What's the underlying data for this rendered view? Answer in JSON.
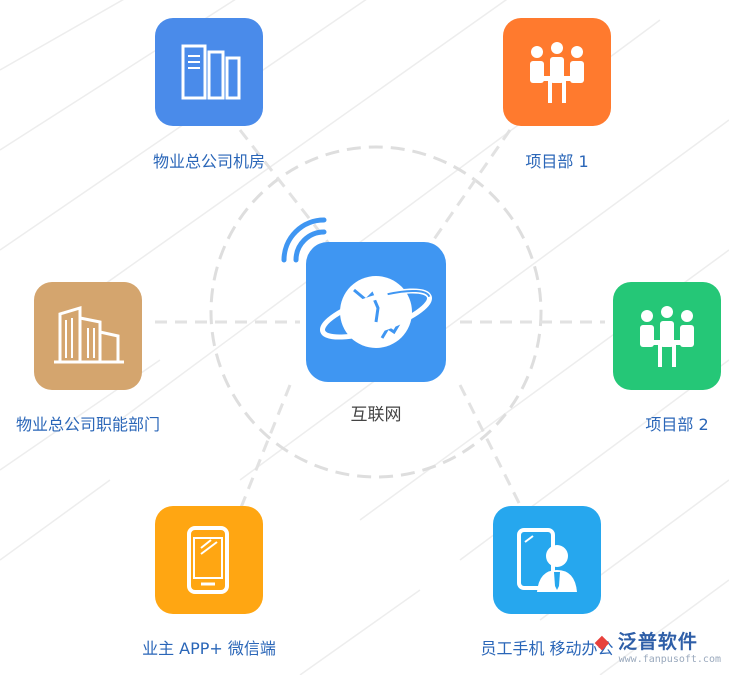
{
  "center": {
    "label": "互联网",
    "icon": "globe-icon"
  },
  "nodes": [
    {
      "id": "server-room",
      "label": "物业总公司机房",
      "color": "#4a8bea",
      "icon": "server-icon"
    },
    {
      "id": "project1",
      "label": "项目部 1",
      "color": "#ff7a2e",
      "icon": "team-icon"
    },
    {
      "id": "departments",
      "label": "物业总公司职能部门",
      "color": "#d4a56e",
      "icon": "building-icon"
    },
    {
      "id": "project2",
      "label": "项目部 2",
      "color": "#25c777",
      "icon": "team-icon"
    },
    {
      "id": "owner-app",
      "label": "业主 APP+ 微信端",
      "color": "#ffa612",
      "icon": "phone-icon"
    },
    {
      "id": "mobile-office",
      "label": "员工手机 移动办公",
      "color": "#26a7ee",
      "icon": "employee-phone-icon"
    }
  ],
  "watermark": {
    "brand": "泛普软件",
    "url": "www.fanpusoft.com"
  }
}
